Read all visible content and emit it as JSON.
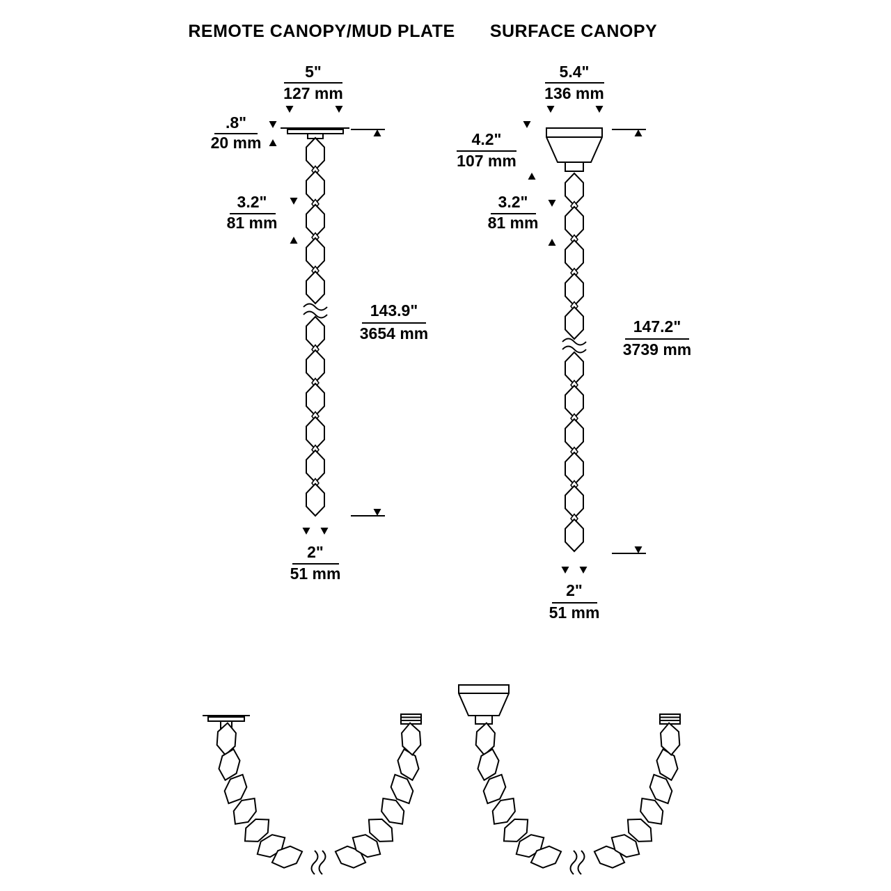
{
  "page": {
    "bg": "#ffffff",
    "ink": "#000000"
  },
  "remote": {
    "title": "REMOTE CANOPY/MUD PLATE",
    "width_in": "5\"",
    "width_mm": "127 mm",
    "canopy_height_in": ".8\"",
    "canopy_height_mm": "20 mm",
    "link_in": "3.2\"",
    "link_mm": "81 mm",
    "length_in": "143.9\"",
    "length_mm": "3654 mm",
    "link_width_in": "2\"",
    "link_width_mm": "51 mm"
  },
  "surface": {
    "title": "SURFACE CANOPY",
    "width_in": "5.4\"",
    "width_mm": "136 mm",
    "canopy_height_in": "4.2\"",
    "canopy_height_mm": "107 mm",
    "link_in": "3.2\"",
    "link_mm": "81 mm",
    "length_in": "147.2\"",
    "length_mm": "3739 mm",
    "link_width_in": "2\"",
    "link_width_mm": "51 mm"
  }
}
